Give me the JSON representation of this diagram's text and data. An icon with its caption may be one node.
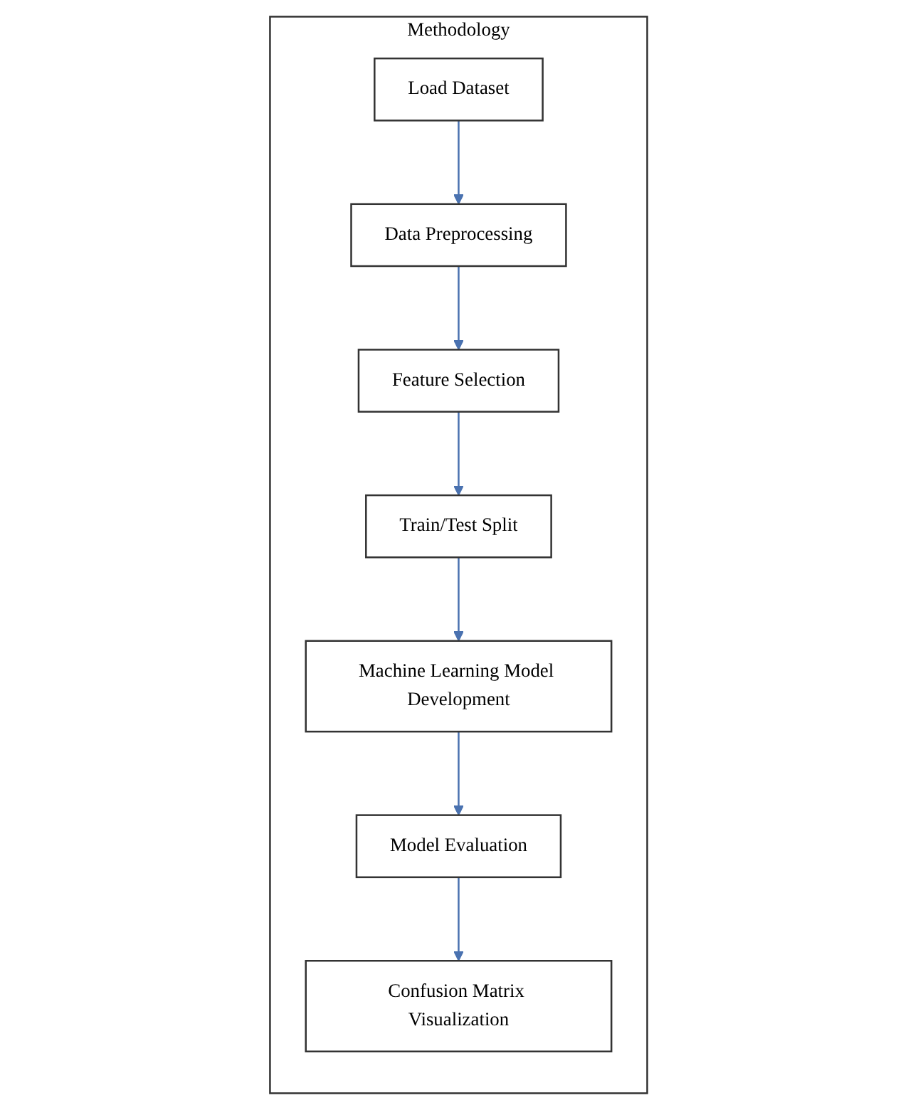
{
  "diagram": {
    "nodes": [
      {
        "text": [
          "Methodology"
        ]
      },
      {
        "text": [
          "Load Dataset"
        ],
        "in": 0
      },
      {
        "text": [
          "Data Preprocessing"
        ],
        "in": 0
      },
      {
        "text": [
          "Feature Selection"
        ],
        "in": 0
      },
      {
        "text": [
          "Train/Test Split"
        ],
        "in": 0
      },
      {
        "text": [
          "Machine Learning Model Development"
        ],
        "in": 0
      },
      {
        "text": [
          "Model Evaluation"
        ],
        "in": 0
      },
      {
        "text": [
          "Confusion Matrix Visualization"
        ],
        "in": 0
      }
    ],
    "edges": [
      {
        "from": 1,
        "to": 2,
        "arrow": "to"
      },
      {
        "from": 2,
        "to": 3,
        "arrow": "to"
      },
      {
        "from": 3,
        "to": 4,
        "arrow": "to"
      },
      {
        "from": 4,
        "to": 5,
        "arrow": "to"
      },
      {
        "from": 5,
        "to": 6,
        "arrow": "to"
      },
      {
        "from": 6,
        "to": 7,
        "arrow": "to"
      }
    ]
  }
}
